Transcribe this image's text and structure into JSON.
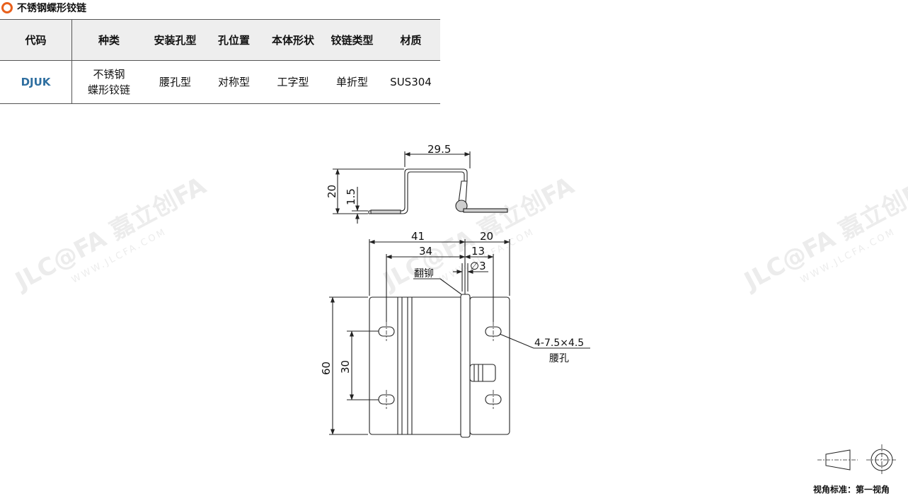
{
  "section_title": "不锈钢蝶形铰链",
  "table": {
    "headers": [
      "代码",
      "种类",
      "安装孔型",
      "孔位置",
      "本体形状",
      "铰链类型",
      "材质"
    ],
    "row": {
      "code": "DJUK",
      "type_line1": "不锈钢",
      "type_line2": "蝶形铰链",
      "hole_type": "腰孔型",
      "hole_position": "对称型",
      "body_shape": "工字型",
      "hinge_type": "单折型",
      "material": "SUS304"
    }
  },
  "drawing": {
    "dims": {
      "top_width": "29.5",
      "height": "20",
      "thickness": "1.5",
      "left_width": "41",
      "right_width": "20",
      "hole_span": "34",
      "pin_offset": "13",
      "pin_dia": "∅3",
      "total_height": "60",
      "hole_pitch": "30"
    },
    "rivet_label": "翻铆",
    "slot_label_size": "4-7.5×4.5",
    "slot_label_name": "腰孔"
  },
  "watermark": {
    "brand": "JLC@FA 嘉立创FA",
    "url": "WWW.JLCFA.COM"
  },
  "projection_caption": "视角标准：第一视角",
  "colors": {
    "accent_orange": "#e8601c",
    "code_blue": "#2f6fa0"
  }
}
